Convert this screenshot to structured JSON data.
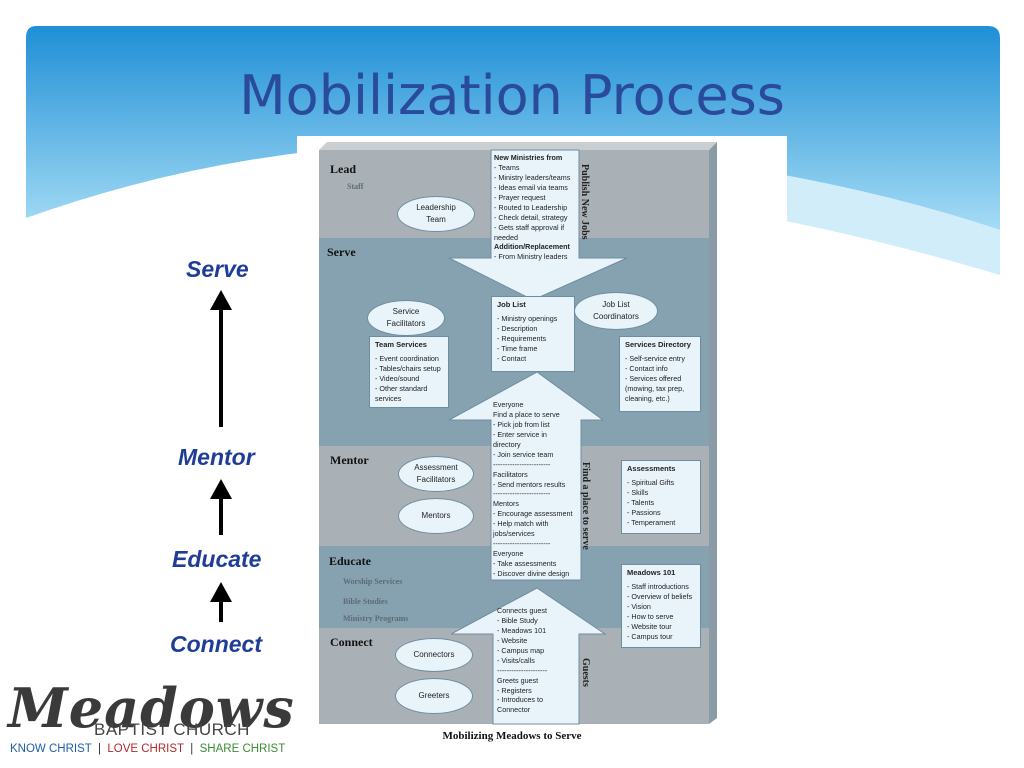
{
  "slide": {
    "title": "Mobilization Process",
    "colors": {
      "banner_top": "#1f8fd6",
      "banner_bottom": "#a5dcf5",
      "title": "#2a4a9c",
      "ladder": "#1f3d97"
    }
  },
  "ladder": {
    "steps": [
      "Serve",
      "Mentor",
      "Educate",
      "Connect"
    ]
  },
  "diagram": {
    "caption": "Mobilizing Meadows to Serve",
    "bands": {
      "lead": {
        "label": "Lead",
        "sub": "Staff"
      },
      "serve": {
        "label": "Serve"
      },
      "mentor": {
        "label": "Mentor"
      },
      "educate": {
        "label": "Educate",
        "subs": [
          "Worship Services",
          "Bible Studies",
          "Ministry Programs"
        ]
      },
      "connect": {
        "label": "Connect"
      }
    },
    "ovals": {
      "leadership_team": "Leadership\nTeam",
      "service_facilitators": "Service\nFacilitators",
      "job_list_coordinators": "Job List\nCoordinators",
      "assessment_facilitators": "Assessment\nFacilitators",
      "mentors": "Mentors",
      "connectors": "Connectors",
      "greeters": "Greeters"
    },
    "new_ministries": {
      "title": "New Ministries from",
      "items": [
        "- Teams",
        "- Ministry leaders/teams",
        "- Ideas email via teams",
        "- Prayer request",
        "- Routed to Leadership",
        "  - Check detail, strategy",
        "  - Gets staff approval if\n    needed"
      ],
      "title2": "Addition/Replacement",
      "items2": [
        "- From Ministry leaders"
      ]
    },
    "vertical_labels": {
      "publish": "Publish New Jobs",
      "find": "Find a place to serve",
      "guests": "Guests"
    },
    "job_list": {
      "title": "Job List",
      "items": [
        "- Ministry openings",
        "- Description",
        "- Requirements",
        "- Time frame",
        "- Contact"
      ]
    },
    "team_services": {
      "title": "Team Services",
      "items": [
        "- Event coordination",
        "- Tables/chairs setup",
        "- Video/sound",
        "- Other standard\n  services"
      ]
    },
    "services_directory": {
      "title": "Services Directory",
      "items": [
        "- Self-service entry",
        "- Contact info",
        "- Services offered\n  (mowing, tax prep,\n  cleaning, etc.)"
      ]
    },
    "find_place": {
      "text": "Everyone\nFind a place to serve\n- Pick job from list\n- Enter service in\n  directory\n- Join service team\n  ------------------------\nFacilitators\n- Send mentors results\n  ------------------------\nMentors\n- Encourage assessment\n- Help match with\n  jobs/services\n  ------------------------\nEveryone\n- Take assessments\n- Discover divine design"
    },
    "assessments": {
      "title": "Assessments",
      "items": [
        "- Spiritual Gifts",
        "- Skills",
        "- Talents",
        "- Passions",
        "- Temperament"
      ]
    },
    "meadows101": {
      "title": "Meadows 101",
      "items": [
        "- Staff introductions",
        "- Overview of beliefs",
        "- Vision",
        "- How to serve",
        "- Website tour",
        "- Campus tour"
      ]
    },
    "connects_guest": {
      "text": "Connects guest\n- Bible Study\n- Meadows 101\n- Website\n- Campus map\n- Visits/calls\n  ---------------------\nGreets guest\n- Registers\n- Introduces to\n  Connector"
    }
  },
  "logo": {
    "name": "Meadows",
    "sub": "BAPTIST CHURCH",
    "tag_parts": [
      {
        "text": "KNOW  CHRIST",
        "color": "#1f5fa8"
      },
      {
        "text": "  |  ",
        "color": "#333333"
      },
      {
        "text": "LOVE  CHRIST",
        "color": "#b3282d"
      },
      {
        "text": "  |  ",
        "color": "#333333"
      },
      {
        "text": "SHARE  CHRIST",
        "color": "#3c8b35"
      }
    ]
  }
}
